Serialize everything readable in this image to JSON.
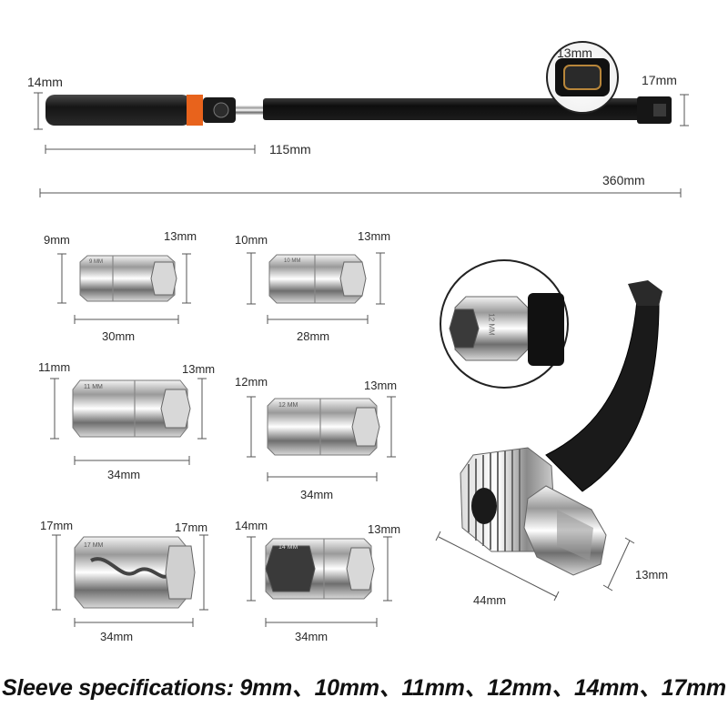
{
  "wrench": {
    "handle_diameter": "14mm",
    "inset_socket": "13mm",
    "end_width": "17mm",
    "handle_length": "115mm",
    "total_length": "360mm"
  },
  "sleeves": [
    {
      "left_dim": "9mm",
      "right_dim": "13mm",
      "length": "30mm",
      "engraving": "9 MM"
    },
    {
      "left_dim": "10mm",
      "right_dim": "13mm",
      "length": "28mm",
      "engraving": "10 MM"
    },
    {
      "left_dim": "11mm",
      "right_dim": "13mm",
      "length": "34mm",
      "engraving": "11 MM"
    },
    {
      "left_dim": "12mm",
      "right_dim": "13mm",
      "length": "34mm",
      "engraving": "12 MM"
    },
    {
      "left_dim": "17mm",
      "right_dim": "17mm",
      "length": "34mm",
      "engraving": "17 MM"
    },
    {
      "left_dim": "14mm",
      "right_dim": "13mm",
      "length": "34mm",
      "engraving": "14 MM"
    }
  ],
  "ratchet": {
    "length": "44mm",
    "drive": "13mm",
    "inset_engraving": "12 MM"
  },
  "footer_text": "Sleeve specifications: 9mm、10mm、11mm、12mm、14mm、17mm"
}
